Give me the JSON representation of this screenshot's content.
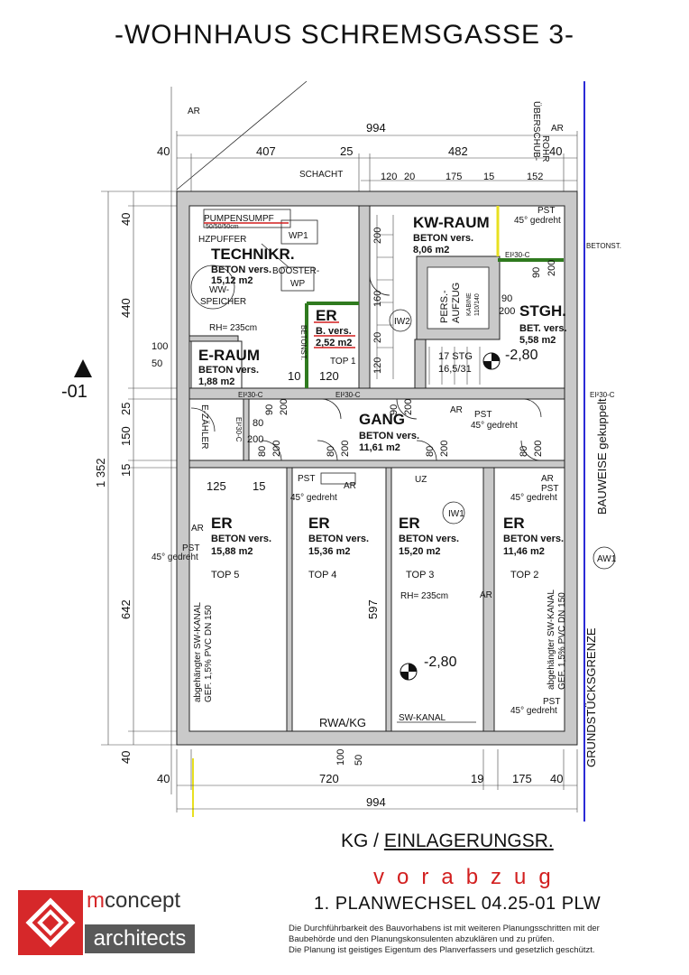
{
  "header": {
    "title": "-WOHNHAUS SCHREMSGASSE 3-"
  },
  "rooms": {
    "kw_raum": {
      "name": "KW-RAUM",
      "material": "BETON vers.",
      "area": "8,06 m2"
    },
    "technik": {
      "name": "TECHNIKR.",
      "material": "BETON vers.",
      "area": "15,12 m2"
    },
    "er_small": {
      "name": "ER",
      "material": "B. vers.",
      "area": "2,52 m2",
      "top": "TOP 1"
    },
    "stgh": {
      "name": "STGH.",
      "material": "BET. vers.",
      "area": "5,58 m2"
    },
    "e_raum": {
      "name": "E-RAUM",
      "material": "BETON vers.",
      "area": "1,88 m2"
    },
    "gang": {
      "name": "GANG",
      "material": "BETON vers.",
      "area": "11,61 m2"
    },
    "er5": {
      "name": "ER",
      "material": "BETON vers.",
      "area": "15,88 m2",
      "top": "TOP 5"
    },
    "er4": {
      "name": "ER",
      "material": "BETON vers.",
      "area": "15,36 m2",
      "top": "TOP 4"
    },
    "er3": {
      "name": "ER",
      "material": "BETON vers.",
      "area": "15,20 m2",
      "top": "TOP 3"
    },
    "er2": {
      "name": "ER",
      "material": "BETON vers.",
      "area": "11,46 m2",
      "top": "TOP 2"
    }
  },
  "equipment": {
    "pumpensumpf": "PUMPENSUMPF",
    "pumpensumpf_size": "50/50/50cm",
    "hzpuffer": "HZPUFFER",
    "wp1": "WP1",
    "booster": "BOOSTER-",
    "booster2": "WP",
    "ww_speicher1": "WW-",
    "ww_speicher2": "SPEICHER",
    "rh_technik": "RH= 235cm",
    "rh_top3": "RH= 235cm",
    "aufzug1": "PERS.-",
    "aufzug2": "AUFZUG",
    "kabine1": "KABINE",
    "kabine2": "110/140",
    "stairs1": "17 STG",
    "stairs2": "16,5/31",
    "level1": "-2,80",
    "level2": "-2,80",
    "iw2": "IW2",
    "iw1": "IW1",
    "aw1": "AW1",
    "e_zaehler": "E-ZÄHLER",
    "schacht": "SCHACHT",
    "betonst": "BETONST.",
    "betonst2": "BETONST.",
    "ueberschub": "ÜBERSCHUB-",
    "rohr": "ROHR",
    "uz": "UZ",
    "rwa_kg": "RWA/KG",
    "sw_kanal": "SW-KANAL",
    "abgehaengt1": "abgehängter SW-KANAL",
    "abgehaengt2": "GEF. 1,5% PVC DN 150",
    "abgehaengt3": "abgehängter SW-KANAL",
    "abgehaengt4": "GEF. 1,5% PVC DN 150",
    "bauweise": "BAUWEISE gekuppelt",
    "grenze": "GRUNDSTÜCKSGRENZE",
    "section": "-01",
    "ar": "AR",
    "pst": "PST",
    "gedreht": "45° gedreht",
    "ei30c": "EI²30-C"
  },
  "dimensions": {
    "top_total": "994",
    "top_40a": "40",
    "top_407": "407",
    "top_25": "25",
    "top_482": "482",
    "top_40b": "40",
    "sub_120": "120",
    "sub_20": "20",
    "sub_175": "175",
    "sub_15": "15",
    "sub_152": "152",
    "left_40a": "40",
    "left_440": "440",
    "left_25": "25",
    "left_150": "150",
    "left_15": "15",
    "left_642": "642",
    "left_40b": "40",
    "left_total": "1 352",
    "left_100": "100",
    "left_50": "50",
    "bot_40": "40",
    "bot_720": "720",
    "bot_19": "19",
    "bot_175": "175",
    "bot_40b": "40",
    "bot_total": "994",
    "bot_100": "100",
    "bot_50": "50",
    "d_125": "125",
    "d_15": "15",
    "d_10": "10",
    "d_120": "120",
    "d_597": "597",
    "d_80": "80",
    "d_90": "90",
    "d_200": "200",
    "d_160": "160",
    "d_20": "20"
  },
  "footer": {
    "kg": "KG / ",
    "einlagerung": "EINLAGERUNGSR.",
    "vorabzug": "vorabzug",
    "planwechsel": "1. PLANWECHSEL 04.25-01 PLW",
    "disclaimer1": "Die Durchführbarkeit des Bauvorhabens ist mit weiteren Planungsschritten mit der",
    "disclaimer2": "Baubehörde und den Planungskonsulenten abzuklären und zu prüfen.",
    "disclaimer3": "Die Planung ist geistiges Eigentum des Planverfassers und gesetzlich geschützt."
  },
  "logo": {
    "brand_m": "m",
    "brand_rest": "concept",
    "architects": "architects"
  },
  "colors": {
    "accent_red": "#d21f1f",
    "boundary_blue": "#2b2bd6",
    "wall_green": "#2f7a1f",
    "marker_yellow": "#e8e020"
  }
}
